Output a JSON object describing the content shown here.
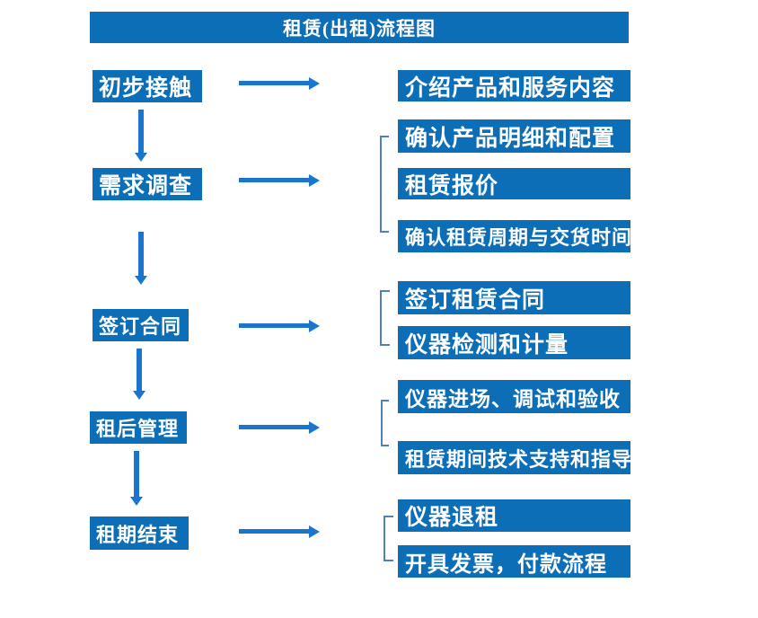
{
  "title": "租赁(出租)流程图",
  "colors": {
    "box_blue": "#0d6eb8",
    "arrow_blue": "#1b75ce",
    "bracket_blue": "#4f7ec1",
    "text_white": "#ffffff",
    "background": "#ffffff"
  },
  "steps": [
    {
      "label": "初步接触",
      "details": [
        "介绍产品和服务内容"
      ]
    },
    {
      "label": "需求调查",
      "details": [
        "确认产品明细和配置",
        "租赁报价",
        "确认租赁周期与交货时间"
      ]
    },
    {
      "label": "签订合同",
      "details": [
        "签订租赁合同",
        "仪器检测和计量"
      ]
    },
    {
      "label": "租后管理",
      "details": [
        "仪器进场、调试和验收",
        "租赁期间技术支持和指导"
      ]
    },
    {
      "label": "租期结束",
      "details": [
        "仪器退租",
        "开具发票，付款流程"
      ]
    }
  ]
}
